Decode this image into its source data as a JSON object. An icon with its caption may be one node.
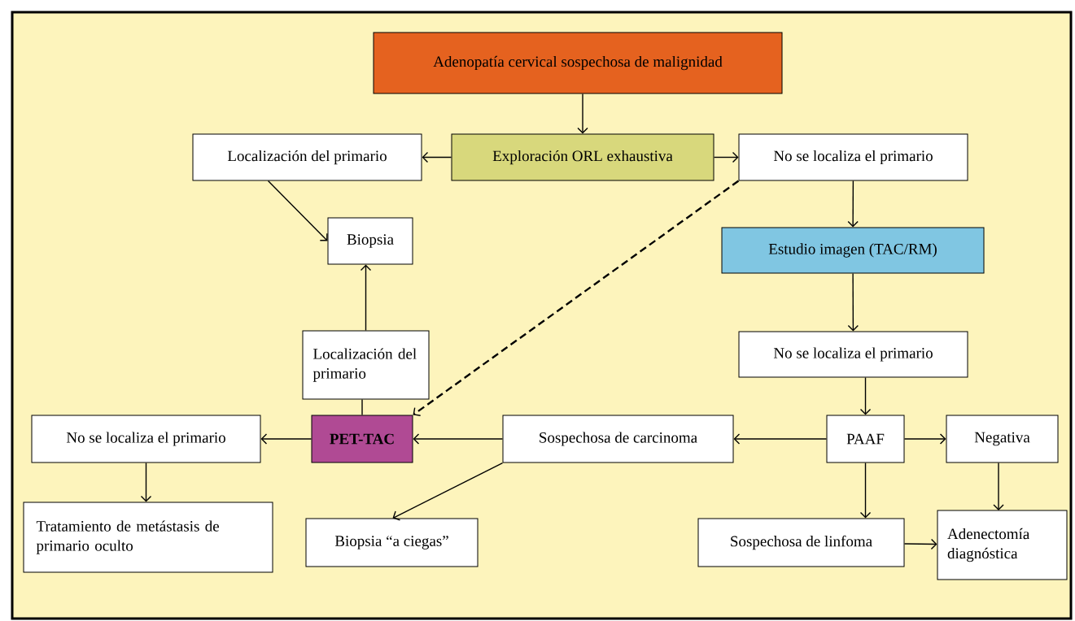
{
  "diagram": {
    "nodes": [
      {
        "text": [
          "Adenopatía cervical sospechosa de malignidad"
        ]
      },
      {
        "text": [
          "Exploración ORL exhaustiva"
        ]
      },
      {
        "text": [
          "Localización del primario"
        ]
      },
      {
        "text": [
          "No se localiza el primario"
        ]
      },
      {
        "text": [
          "Biopsia"
        ]
      },
      {
        "text": [
          "Estudio imagen (TAC/RM)"
        ]
      },
      {
        "text": [
          "Localización del primario"
        ]
      },
      {
        "text": [
          "No se localiza el primario"
        ]
      },
      {
        "text": [
          "PET-TAC"
        ]
      },
      {
        "text": [
          "No se localiza el primario"
        ]
      },
      {
        "text": [
          "Sospechosa de carcinoma"
        ]
      },
      {
        "text": [
          "PAAF"
        ]
      },
      {
        "text": [
          "Negativa"
        ]
      },
      {
        "text": [
          "Tratamiento de metástasis de primario oculto"
        ]
      },
      {
        "text": [
          "Biopsia “a ciegas”"
        ]
      },
      {
        "text": [
          "Sospechosa de linfoma"
        ]
      },
      {
        "text": [
          "Adenectomía diagnóstica"
        ]
      }
    ],
    "edges": [
      {
        "from": 0,
        "to": 1,
        "arrow": "to"
      },
      {
        "from": 1,
        "to": 2,
        "arrow": "to"
      },
      {
        "from": 1,
        "to": 3,
        "arrow": "to"
      },
      {
        "from": 2,
        "to": 4,
        "arrow": "to"
      },
      {
        "from": 3,
        "to": 5,
        "arrow": "to"
      },
      {
        "from": 3,
        "to": 8,
        "arrow": "to",
        "style": "dashed"
      },
      {
        "from": 5,
        "to": 7,
        "arrow": "to"
      },
      {
        "from": 7,
        "to": 11,
        "arrow": "to"
      },
      {
        "from": 11,
        "to": 10,
        "arrow": "to"
      },
      {
        "from": 11,
        "to": 12,
        "arrow": "to"
      },
      {
        "from": 11,
        "to": 15,
        "arrow": "to"
      },
      {
        "from": 12,
        "to": 16,
        "arrow": "to"
      },
      {
        "from": 15,
        "to": 16,
        "arrow": "to"
      },
      {
        "from": 10,
        "to": 8,
        "arrow": "to"
      },
      {
        "from": 10,
        "to": 14,
        "arrow": "to"
      },
      {
        "from": 8,
        "to": 9,
        "arrow": "to"
      },
      {
        "from": 9,
        "to": 13,
        "arrow": "to"
      },
      {
        "from": 8,
        "to": 6,
        "arrow": "none"
      },
      {
        "from": 6,
        "to": 4,
        "arrow": "to"
      }
    ]
  }
}
